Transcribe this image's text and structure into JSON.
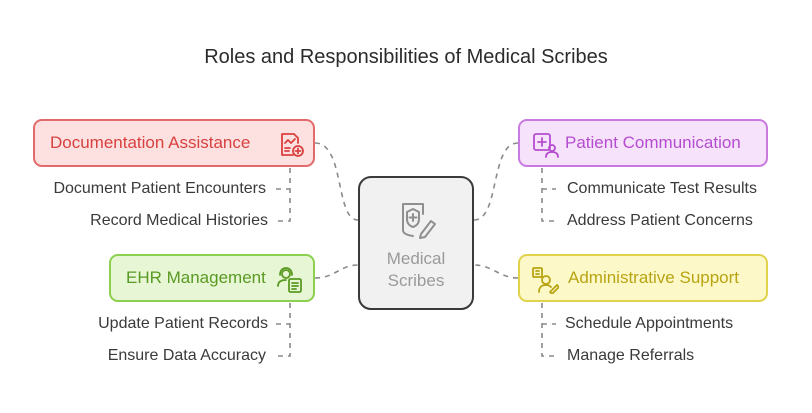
{
  "title": "Roles and Responsibilities of Medical Scribes",
  "center": {
    "label_line1": "Medical",
    "label_line2": "Scribes",
    "icon": "shield-document-edit-icon"
  },
  "roles": {
    "documentation": {
      "label": "Documentation Assistance",
      "icon": "chart-document-plus-icon",
      "color": "#e36a6a",
      "items": [
        "Document Patient Encounters",
        "Record Medical Histories"
      ]
    },
    "communication": {
      "label": "Patient Communication",
      "icon": "medical-person-board-icon",
      "color": "#c97ae0",
      "items": [
        "Communicate Test Results",
        "Address Patient Concerns"
      ]
    },
    "ehr": {
      "label": "EHR Management",
      "icon": "person-headset-document-icon",
      "color": "#8dcf4e",
      "items": [
        "Update Patient Records",
        "Ensure Data Accuracy"
      ]
    },
    "administrative": {
      "label": "Administrative Support",
      "icon": "person-coin-pen-icon",
      "color": "#e0d24a",
      "items": [
        "Schedule Appointments",
        "Manage Referrals"
      ]
    }
  }
}
